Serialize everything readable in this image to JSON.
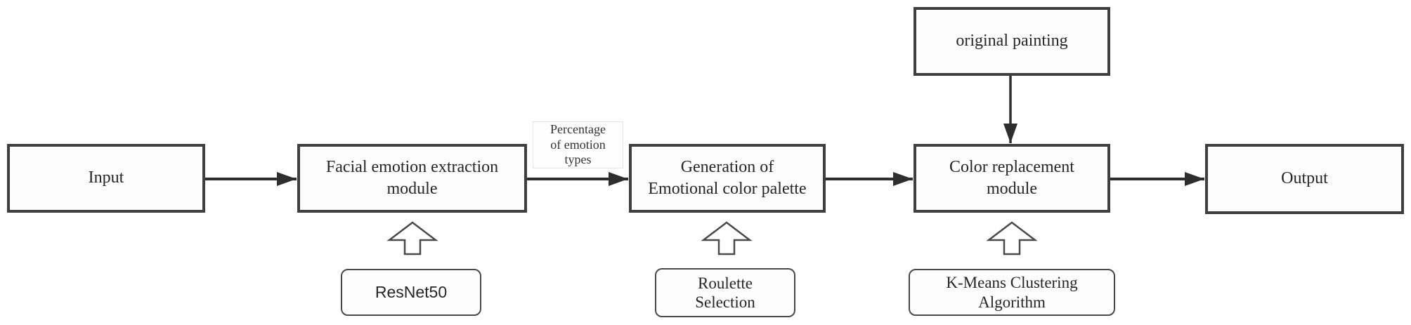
{
  "diagram": {
    "nodes": {
      "input": {
        "label": "Input"
      },
      "facial_emotion": {
        "line1": "Facial emotion extraction",
        "line2": "module"
      },
      "generation_palette": {
        "line1": "Generation of",
        "line2": "Emotional color palette"
      },
      "color_replacement": {
        "line1": "Color replacement",
        "line2": "module"
      },
      "output": {
        "label": "Output"
      },
      "original_painting": {
        "label": "original painting"
      },
      "resnet": {
        "label": "ResNet50"
      },
      "roulette": {
        "line1": "Roulette",
        "line2": "Selection"
      },
      "kmeans": {
        "line1": "K-Means Clustering",
        "line2": "Algorithm"
      }
    },
    "edge_labels": {
      "percentage": {
        "line1": "Percentage",
        "line2": "of emotion",
        "line3": "types"
      }
    },
    "colors": {
      "background": "#ffffff",
      "box_border": "#3f3f3f",
      "box_fill": "#fcfcfc",
      "arrow": "#2e2e2e",
      "text": "#262626"
    }
  }
}
